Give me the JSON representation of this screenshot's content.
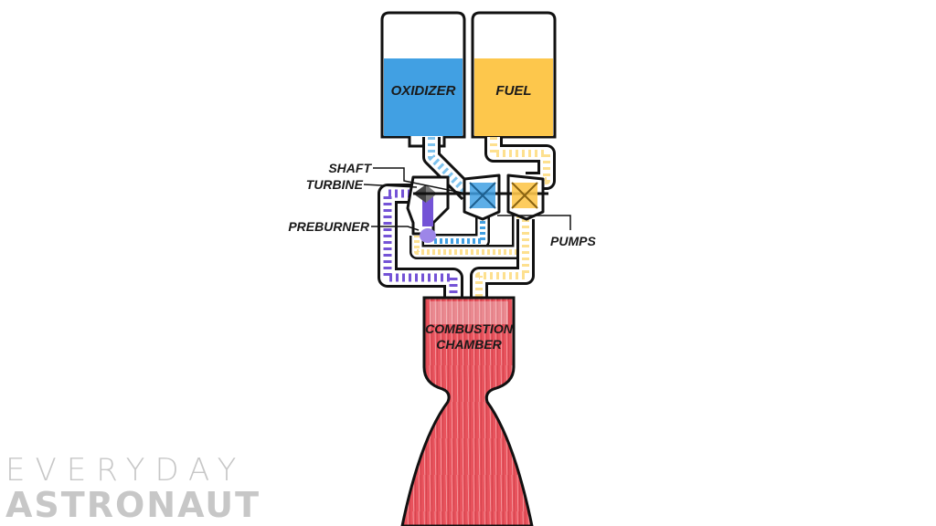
{
  "diagram": {
    "title": "",
    "tanks": {
      "oxidizer": {
        "label": "OXIDIZER",
        "color": "#41a0e3"
      },
      "fuel": {
        "label": "FUEL",
        "color": "#fdc74c"
      }
    },
    "callouts": {
      "shaft": "SHAFT",
      "turbine": "TURBINE",
      "preburner": "PREBURNER",
      "pumps": "PUMPS"
    },
    "chamber": {
      "line1": "COMBUSTION",
      "line2": "CHAMBER"
    },
    "colors": {
      "preburner_gas": "#7453d6",
      "exhaust": "#e8525c",
      "outline": "#111111"
    }
  },
  "watermark": {
    "line1": "EVERYDAY",
    "line2": "ASTRONAUT"
  }
}
